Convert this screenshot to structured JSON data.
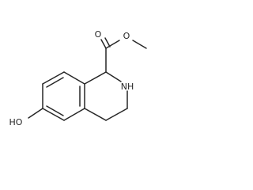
{
  "structure": {
    "atoms": {
      "carbonyl_oxygen": "O",
      "ester_oxygen": "O",
      "amine": "NH",
      "hydroxyl": "HO"
    }
  }
}
